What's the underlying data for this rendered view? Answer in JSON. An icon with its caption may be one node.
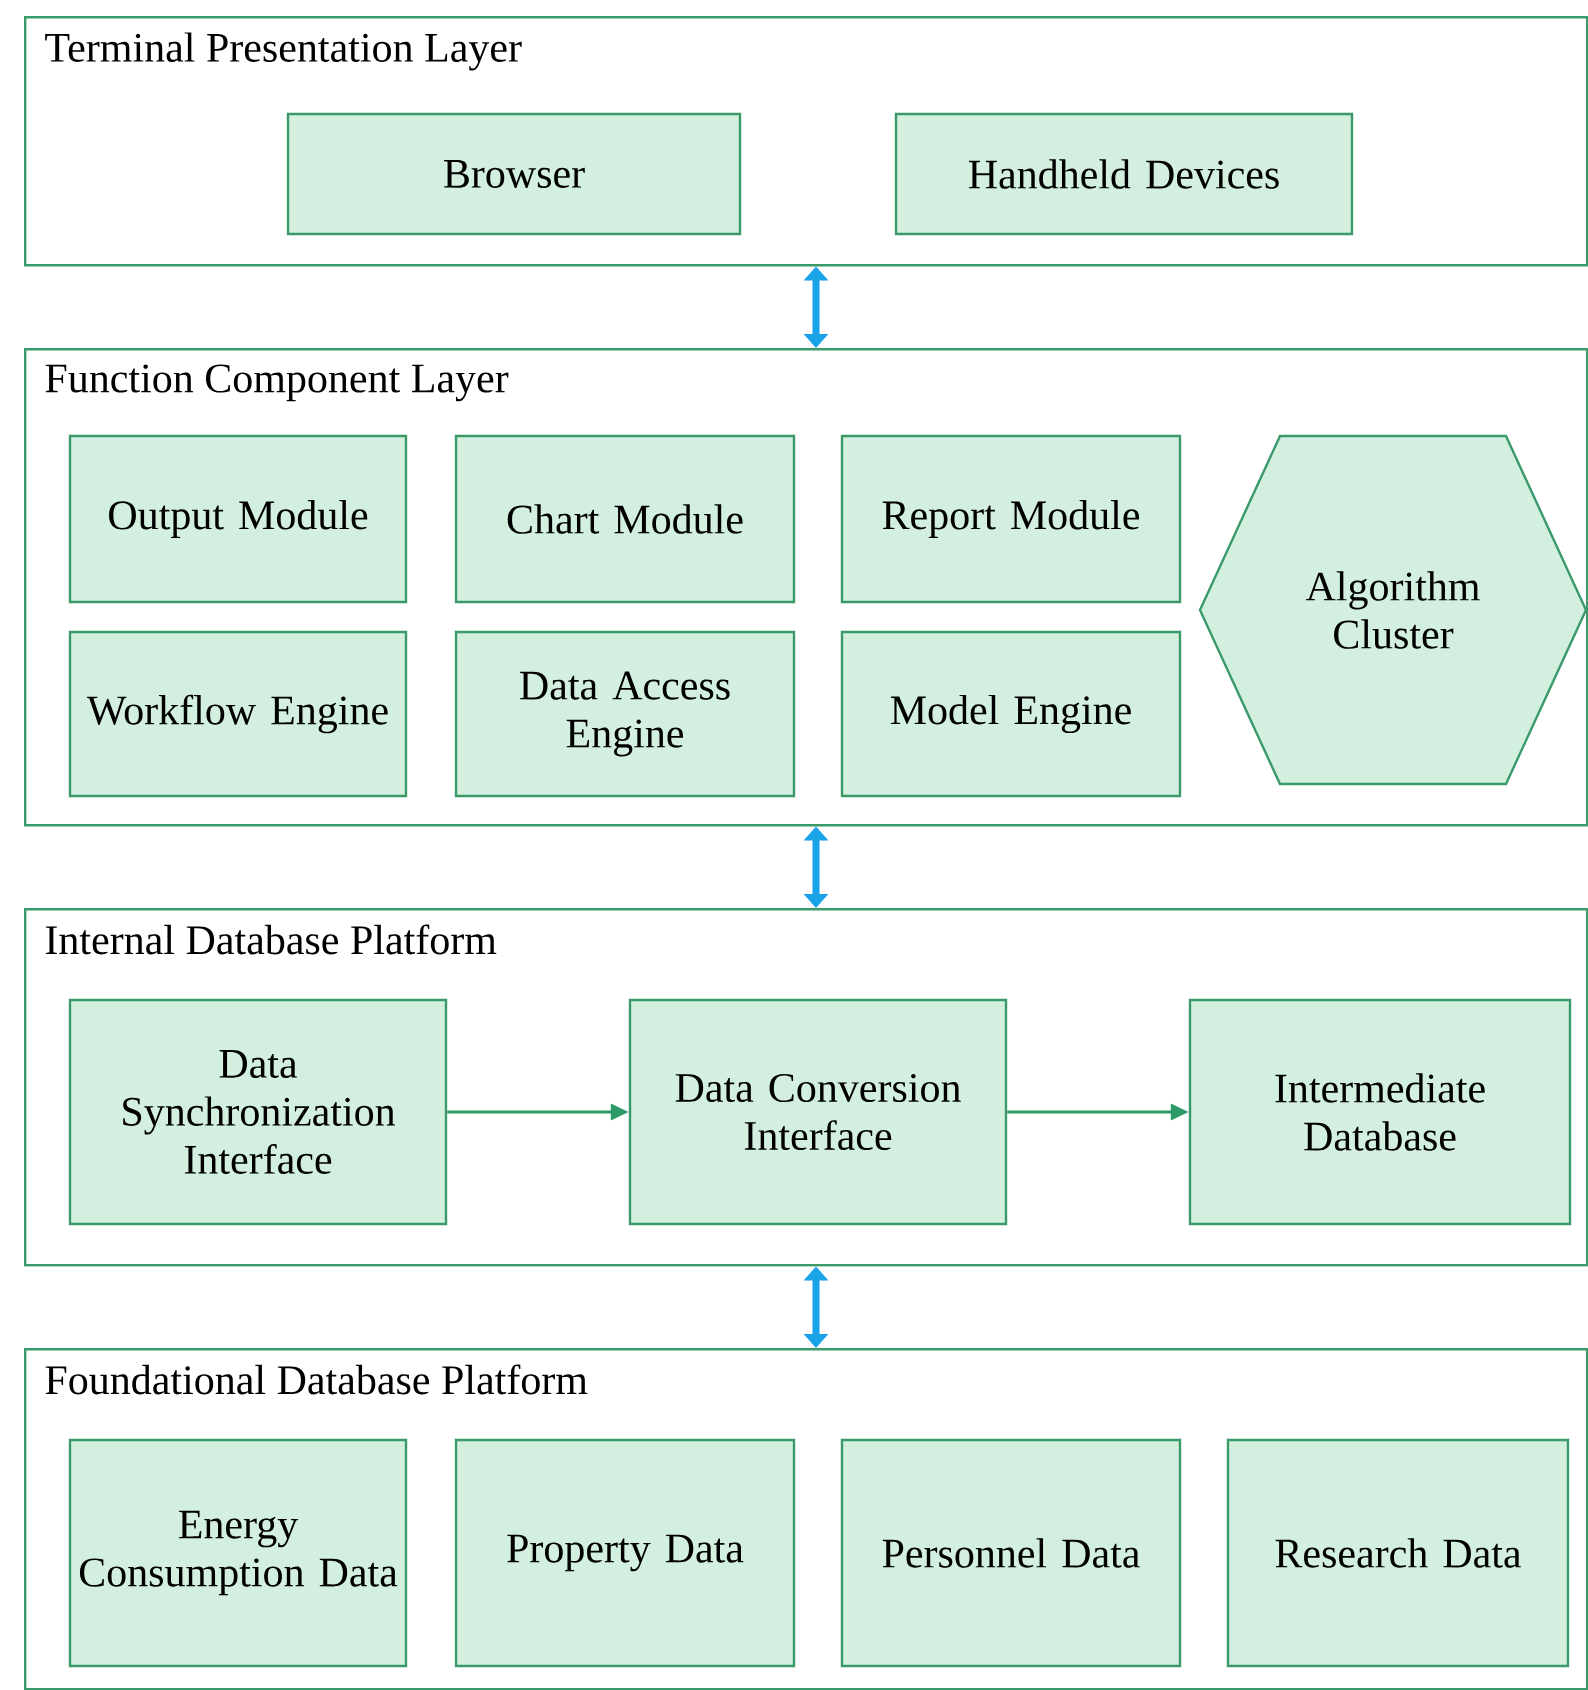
{
  "diagram": {
    "nodes": [
      {
        "text": [
          "Terminal Presentation Layer"
        ]
      },
      {
        "text": [
          "Browser"
        ],
        "in": 0
      },
      {
        "text": [
          "Handheld Devices"
        ],
        "in": 0
      },
      {
        "text": [
          "Function Component Layer"
        ]
      },
      {
        "text": [
          "Output Module"
        ],
        "in": 3
      },
      {
        "text": [
          "Chart Module"
        ],
        "in": 3
      },
      {
        "text": [
          "Report Module"
        ],
        "in": 3
      },
      {
        "text": [
          "Workflow Engine"
        ],
        "in": 3
      },
      {
        "text": [
          "Data Access Engine"
        ],
        "in": 3
      },
      {
        "text": [
          "Model Engine"
        ],
        "in": 3
      },
      {
        "text": [
          "Algorithm Cluster"
        ],
        "in": 3
      },
      {
        "text": [
          "Internal Database Platform"
        ]
      },
      {
        "text": [
          "Data Synchronization Interface"
        ],
        "in": 11
      },
      {
        "text": [
          "Data Conversion Interface"
        ],
        "in": 11
      },
      {
        "text": [
          "Intermediate Database"
        ],
        "in": 11
      },
      {
        "text": [
          "Foundational Database Platform"
        ]
      },
      {
        "text": [
          "Energy Consumption Data"
        ],
        "in": 15
      },
      {
        "text": [
          "Property Data"
        ],
        "in": 15
      },
      {
        "text": [
          "Personnel Data"
        ],
        "in": 15
      },
      {
        "text": [
          "Research Data"
        ],
        "in": 15
      }
    ],
    "edges": [
      {
        "from": 0,
        "to": 3,
        "arrow": "both"
      },
      {
        "from": 3,
        "to": 11,
        "arrow": "both"
      },
      {
        "from": 11,
        "to": 15,
        "arrow": "both"
      },
      {
        "from": 12,
        "to": 13,
        "arrow": "to",
        "color": "#2e9a68"
      },
      {
        "from": 13,
        "to": 14,
        "arrow": "to",
        "color": "#2e9a68"
      }
    ]
  }
}
